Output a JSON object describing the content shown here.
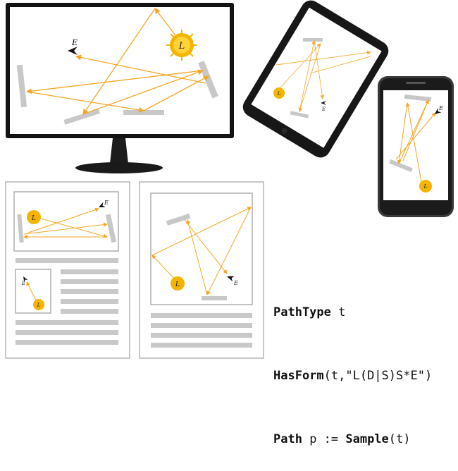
{
  "labels": {
    "light": "L",
    "eye": "E"
  },
  "code": {
    "line1_keyword": "PathType",
    "line1_rest": " t",
    "line2_keyword": "HasForm",
    "line2_rest": "(t,\"L(D|S)S*E\")",
    "line3_keyword": "Path",
    "line3_mid": " p := ",
    "line3_keyword2": "Sample",
    "line3_rest": "(t)"
  },
  "colors": {
    "ray": "#f5a623",
    "mirror": "#c8c8c8",
    "device": "#111111",
    "sun": "#f4b400",
    "page_border": "#b5b5b5",
    "text_line": "#c9c9c9"
  }
}
